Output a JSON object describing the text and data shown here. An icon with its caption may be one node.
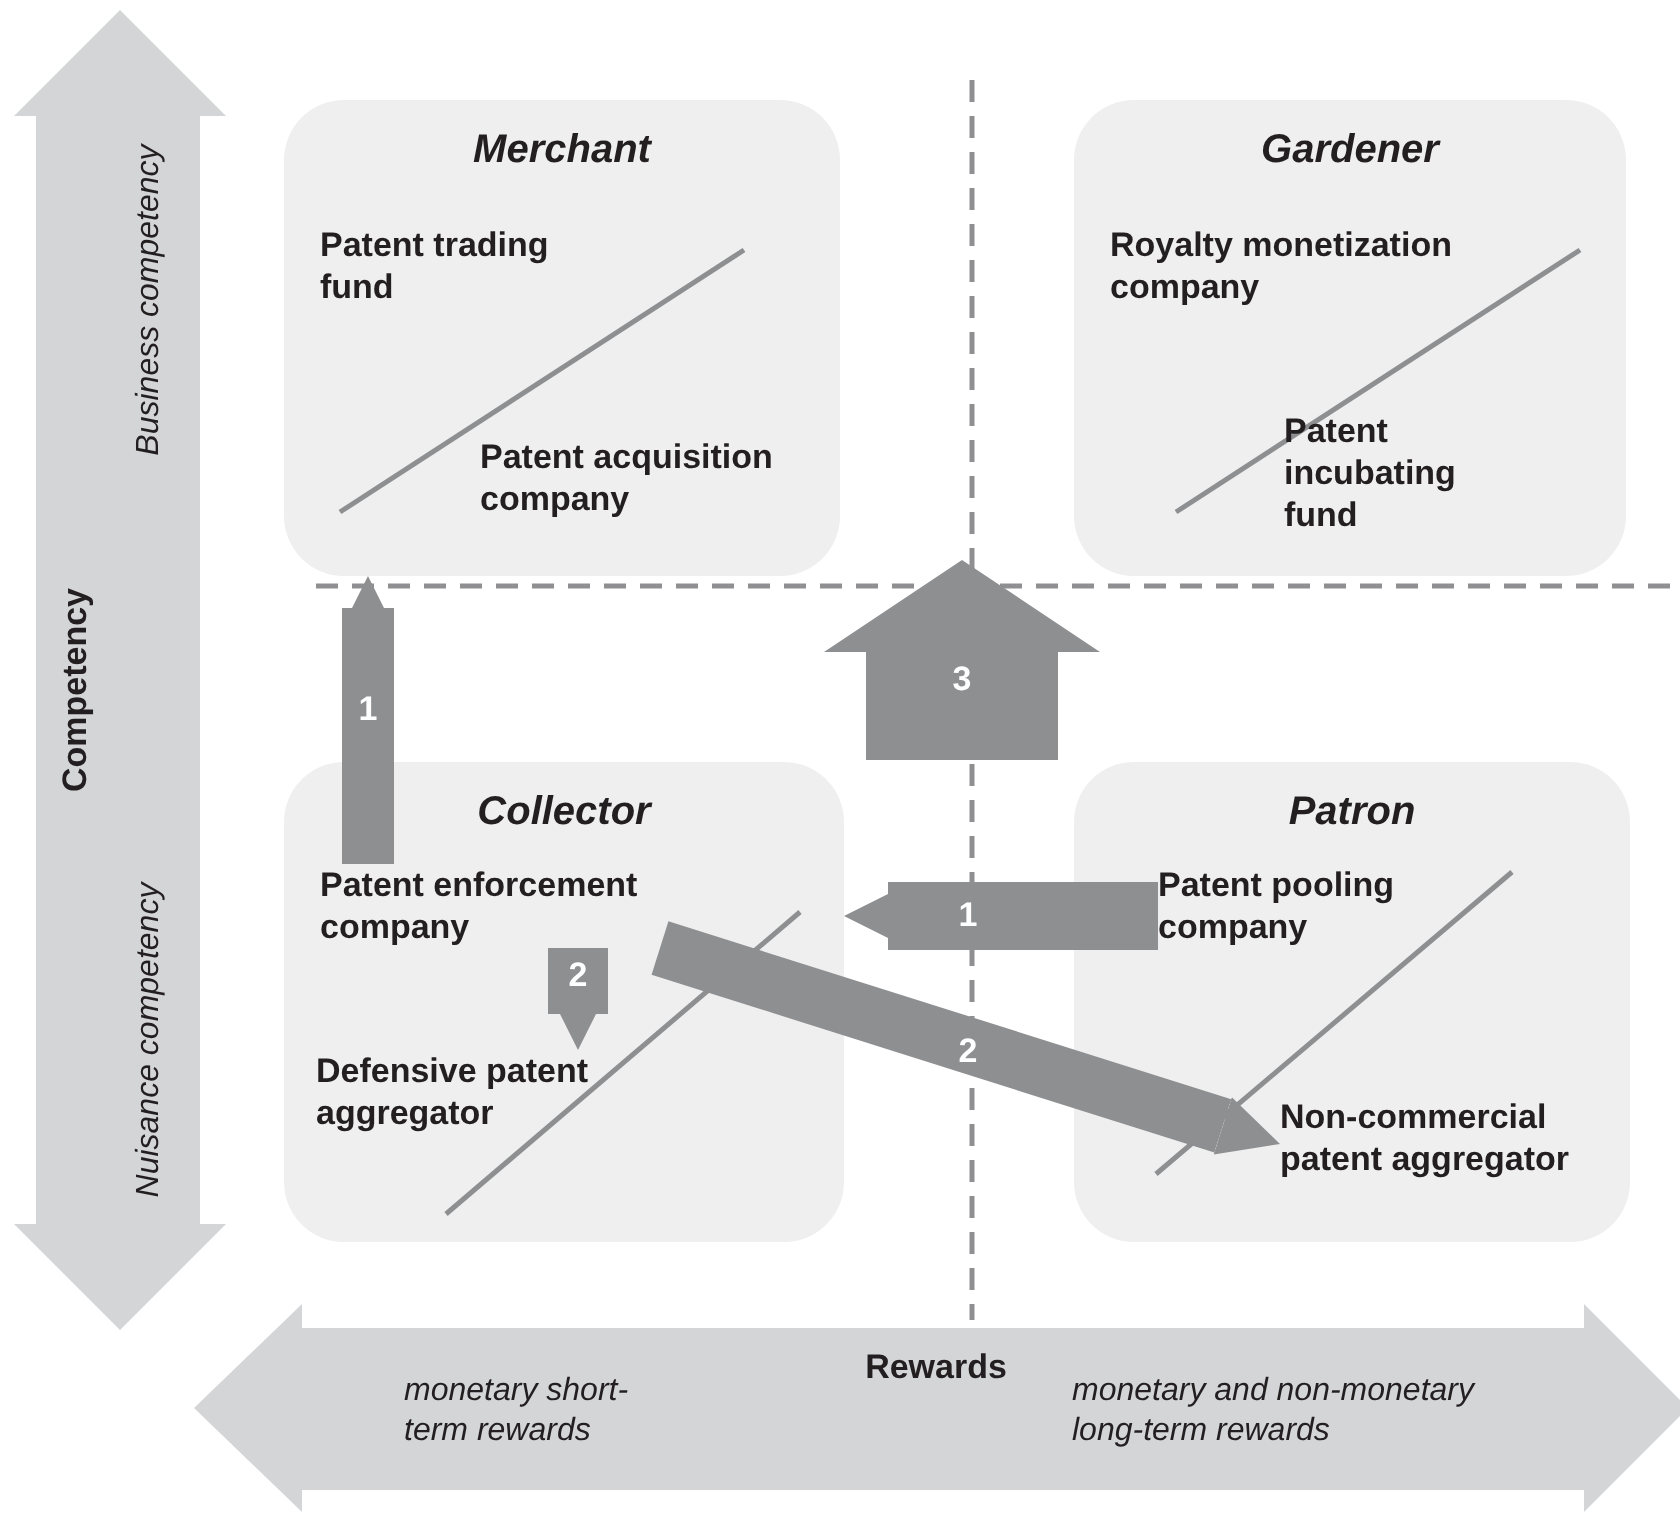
{
  "diagram": {
    "nodes": [
      {
        "text": [
          "Merchant"
        ]
      },
      {
        "text": [
          "Patent trading fund"
        ],
        "in": 0
      },
      {
        "text": [
          "Patent acquisition company"
        ],
        "in": 0
      },
      {
        "text": [
          "Gardener"
        ]
      },
      {
        "text": [
          "Royalty monetization company"
        ],
        "in": 3
      },
      {
        "text": [
          "Patent incubating fund"
        ],
        "in": 3
      },
      {
        "text": [
          "Collector"
        ]
      },
      {
        "text": [
          "Patent enforcement company"
        ],
        "in": 6
      },
      {
        "text": [
          "Defensive patent aggregator"
        ],
        "in": 6
      },
      {
        "text": [
          "Patron"
        ]
      },
      {
        "text": [
          "Patent pooling company"
        ],
        "in": 9
      },
      {
        "text": [
          "Non-commercial patent aggregator"
        ],
        "in": 9
      }
    ],
    "edges": [
      {
        "from": 7,
        "to": 0,
        "arrow": "to",
        "label": "1"
      },
      {
        "from": 10,
        "to": 6,
        "arrow": "to",
        "label": "1"
      },
      {
        "from": 7,
        "to": 8,
        "arrow": "to",
        "label": "2"
      },
      {
        "from": 7,
        "to": 11,
        "arrow": "to",
        "label": "2"
      }
    ],
    "labels": [
      "Business competency",
      "Competency",
      "Nuisance competency",
      "3",
      "Rewards",
      "monetary short-term rewards",
      "monetary and non-monetary long-term rewards"
    ]
  }
}
